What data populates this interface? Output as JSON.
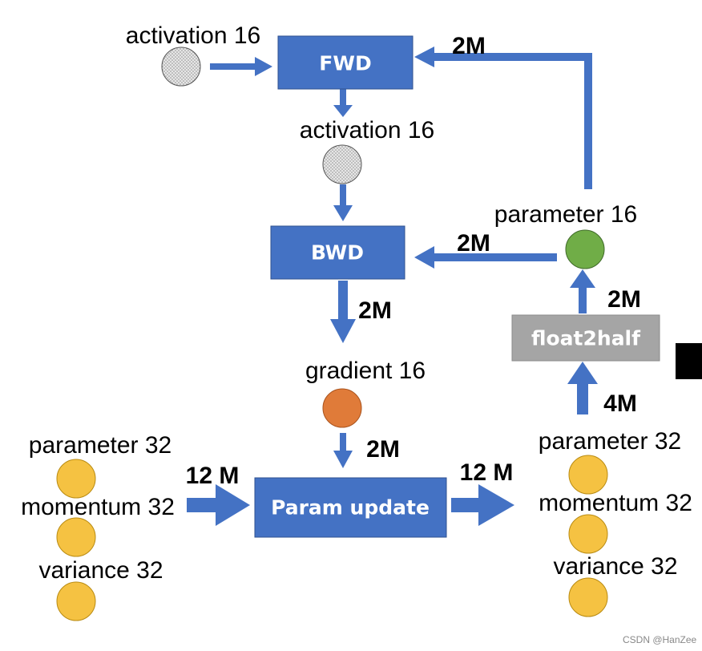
{
  "boxes": {
    "fwd": "FWD",
    "bwd": "BWD",
    "param_update": "Param update",
    "float2half": "float2half"
  },
  "labels": {
    "activation_in": "activation 16",
    "activation_mid": "activation 16",
    "parameter16": "parameter 16",
    "gradient16": "gradient 16",
    "left_parameter32": "parameter 32",
    "left_momentum32": "momentum 32",
    "left_variance32": "variance 32",
    "right_parameter32": "parameter 32",
    "right_momentum32": "momentum 32",
    "right_variance32": "variance 32"
  },
  "flows": {
    "param_to_fwd": "2M",
    "param_to_bwd": "2M",
    "bwd_to_gradient": "2M",
    "gradient_to_update": "2M",
    "float2half_to_param": "2M",
    "states_to_float2half": "4M",
    "left_states_in": "12 M",
    "update_out": "12 M"
  },
  "watermark": "CSDN @HanZee",
  "colors": {
    "box_blue": "#4472c4",
    "arrow_blue": "#4472c4",
    "box_gray": "#a5a5a5",
    "activation_circle": "#d9d9d9",
    "parameter16_circle": "#70ad47",
    "gradient_circle": "#e07b39",
    "fp32_circle": "#f5c242"
  }
}
